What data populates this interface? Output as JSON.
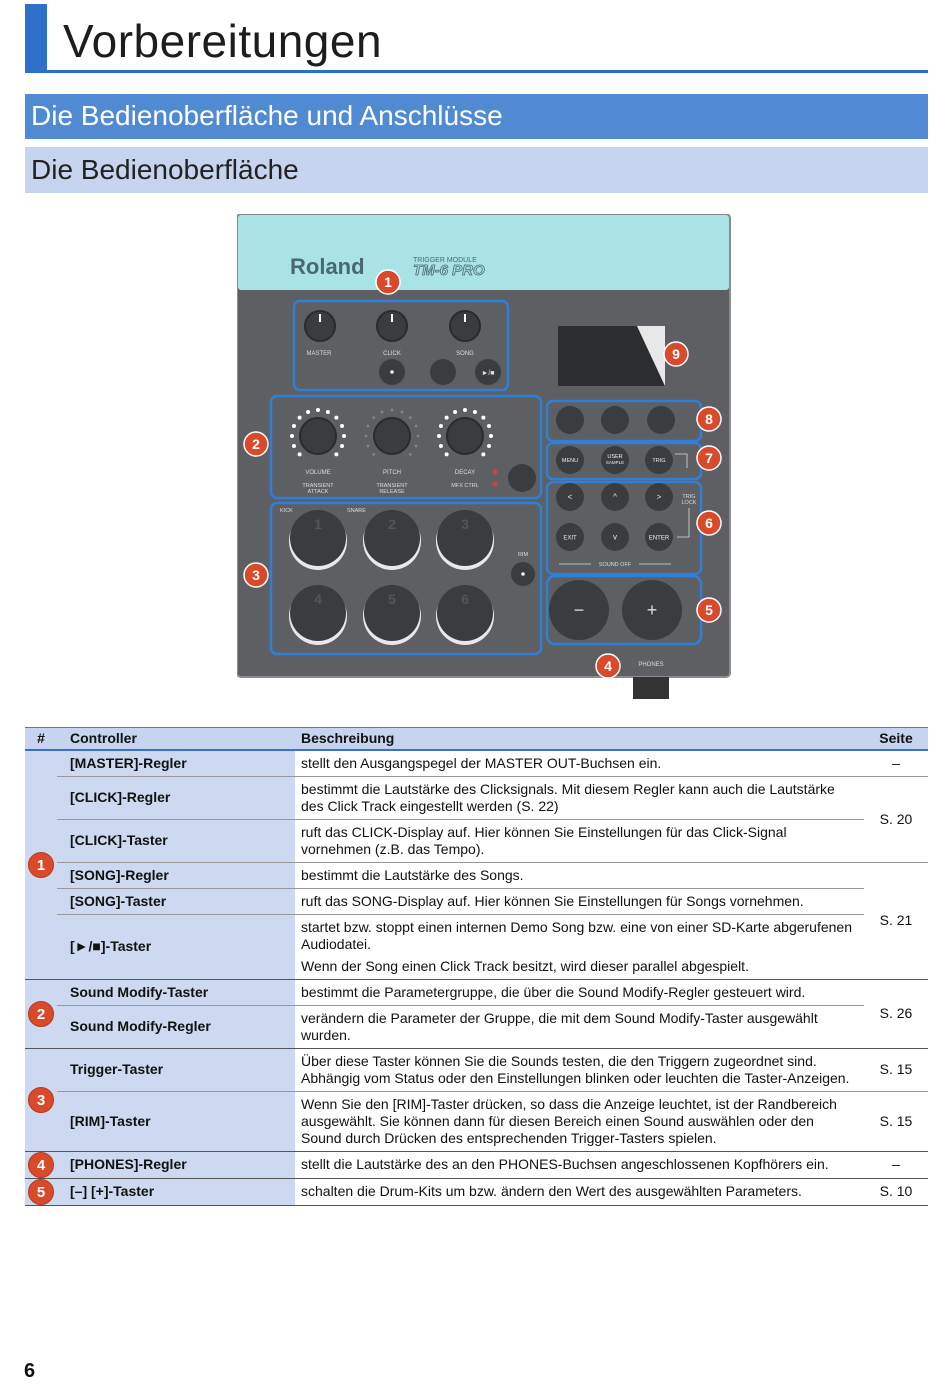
{
  "page": {
    "title": "Vorbereitungen",
    "section": "Die Bedienoberfläche und Anschlüsse",
    "subsection": "Die Bedienoberfläche",
    "page_number": "6"
  },
  "device": {
    "brand": "Roland",
    "model_line1": "TRIGGER MODULE",
    "model_line2": "TM-6 PRO",
    "knob_labels": [
      "MASTER",
      "CLICK",
      "SONG"
    ],
    "play_icon": "►/■",
    "mod_labels_top": [
      "VOLUME",
      "PITCH",
      "DECAY"
    ],
    "mod_labels_bottom": [
      "TRANSIENT\nATTACK",
      "TRANSIENT\nRELEASE",
      "MFX CTRL"
    ],
    "pad_top_labels": [
      "KICK",
      "SNARE"
    ],
    "pads": [
      "1",
      "2",
      "3",
      "4",
      "5",
      "6"
    ],
    "rim": "RIM",
    "menu_buttons": [
      "MENU",
      "USER\nSAMPLE",
      "TRIG"
    ],
    "nav_buttons": [
      "<",
      "^",
      ">",
      "EXIT",
      "v",
      "ENTER"
    ],
    "trig_lock": "TRIG\nLOCK",
    "sound_off": "SOUND OFF",
    "minus": "−",
    "plus": "+",
    "phones": "PHONES",
    "callouts": [
      "1",
      "2",
      "3",
      "4",
      "5",
      "6",
      "7",
      "8",
      "9"
    ]
  },
  "table": {
    "headers": [
      "#",
      "Controller",
      "Beschreibung",
      "Seite"
    ],
    "rows": [
      {
        "controller": "[MASTER]-Regler",
        "description": "stellt den Ausgangspegel der MASTER OUT-Buchsen ein.",
        "page": "–"
      },
      {
        "controller": "[CLICK]-Regler",
        "description": "bestimmt die Lautstärke des Clicksignals. Mit diesem Regler kann auch die Lautstärke des Click Track eingestellt werden (S. 22)",
        "page": "S. 20"
      },
      {
        "controller": "[CLICK]-Taster",
        "description": "ruft das CLICK-Display auf. Hier können Sie Einstellungen für das Click-Signal vornehmen (z.B. das Tempo)."
      },
      {
        "controller": "[SONG]-Regler",
        "description": "bestimmt die Lautstärke des Songs.",
        "page": "S. 21"
      },
      {
        "controller": "[SONG]-Taster",
        "description": "ruft das SONG-Display auf. Hier können Sie Einstellungen für Songs vornehmen."
      },
      {
        "controller": "[►/■]-Taster",
        "description": "startet bzw. stoppt einen internen Demo Song bzw. eine von einer SD-Karte abgerufenen Audiodatei.",
        "description2": "Wenn der Song einen Click Track besitzt, wird dieser parallel abgespielt."
      },
      {
        "controller": "Sound Modify-Taster",
        "description": "bestimmt die Parametergruppe, die über die Sound Modify-Regler gesteuert wird.",
        "page": "S. 26"
      },
      {
        "controller": "Sound Modify-Regler",
        "description": "verändern die Parameter der Gruppe, die mit dem Sound Modify-Taster ausgewählt wurden."
      },
      {
        "controller": "Trigger-Taster",
        "description": "Über diese Taster können Sie die Sounds testen, die den Triggern zugeordnet sind. Abhängig vom Status oder den Einstellungen blinken oder leuchten die Taster-Anzeigen.",
        "page": "S. 15"
      },
      {
        "controller": "[RIM]-Taster",
        "description": "Wenn Sie den [RIM]-Taster drücken, so dass die Anzeige leuchtet, ist der Randbereich ausgewählt. Sie können dann für diesen Bereich einen Sound auswählen oder den Sound durch Drücken des entsprechenden Trigger-Tasters spielen.",
        "page": "S. 15"
      },
      {
        "controller": "[PHONES]-Regler",
        "description": "stellt die Lautstärke des an den PHONES-Buchsen angeschlossenen Kopfhörers ein.",
        "page": "–"
      },
      {
        "controller": "[–] [+]-Taster",
        "description": "schalten die Drum-Kits um bzw. ändern den Wert des ausgewählten Parameters.",
        "page": "S. 10"
      }
    ],
    "groups": [
      "1",
      "2",
      "3",
      "4",
      "5"
    ]
  },
  "colors": {
    "accent": "#2d6fc9",
    "band": "#4f8ad2",
    "light_band": "#c6d4ef",
    "callout": "#d94a2b",
    "panel": "#5d5f63",
    "device_top": "#a9e3e6"
  }
}
